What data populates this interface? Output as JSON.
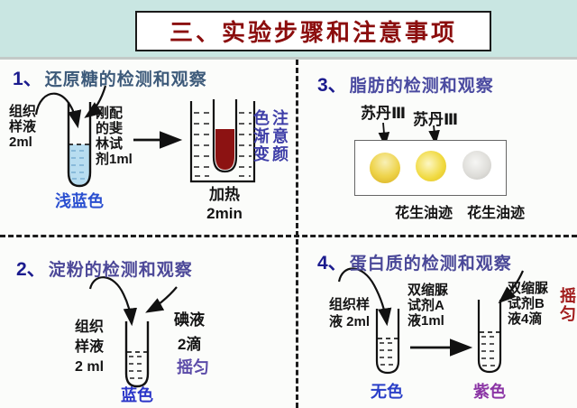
{
  "title": "三、实验步骤和注意事项",
  "palette": {
    "page_bg": "#c9e6e2",
    "content_bg": "#fbfcfa",
    "title_text": "#8b0d0d",
    "section_number": "#1b1b8e",
    "light_blue_liquid": "#b8ddf0",
    "dark_red_liquid": "#8c1212",
    "sudan_yellow": "#e8c63a",
    "oil_spot_gray": "#cfcecb"
  },
  "sections": {
    "reducing_sugar": {
      "number": "1、",
      "title": "还原糖的检测和观察",
      "title_color": "#3d5a7a",
      "tissue_label": [
        "组织",
        "样液",
        "2ml"
      ],
      "fehling_label": [
        "刚配",
        "的斐",
        "林试",
        "剂1ml"
      ],
      "note_vertical": "注意颜色渐变",
      "note_color": "#3f3fa8",
      "tube_caption": "浅蓝色",
      "tube_caption_color": "#2a4fd0",
      "heat_caption": [
        "加热",
        "2min"
      ]
    },
    "fat": {
      "number": "3、",
      "title": "脂肪的检测和观察",
      "title_color": "#4a4aa0",
      "sudan_labels": [
        "苏丹Ⅲ",
        "苏丹Ⅲ"
      ],
      "oil_captions": [
        "花生油迹",
        "花生油迹"
      ]
    },
    "starch": {
      "number": "2、",
      "title": "淀粉的检测和观察",
      "title_color": "#4c4898",
      "tissue_label": [
        "组织",
        "样液",
        "2 ml"
      ],
      "iodine_label": "碘液",
      "iodine_amount": "2滴",
      "shake_label": "摇匀",
      "shake_color": "#5b4ba8",
      "tube_caption": "蓝色",
      "tube_caption_color": "#2a35c8"
    },
    "protein": {
      "number": "4、",
      "title": "蛋白质的检测和观察",
      "title_color": "#4a4898",
      "tissue_label": [
        "组织样",
        "液 2ml"
      ],
      "biuret_a_label": [
        "双缩脲",
        "试剂A",
        "液1ml"
      ],
      "biuret_b_label": [
        "双缩脲",
        "试剂B",
        "液4滴"
      ],
      "shake_label": "摇匀",
      "shake_color": "#a11b1b",
      "tube1_caption": "无色",
      "tube1_caption_color": "#2a3fc8",
      "tube2_caption": "紫色",
      "tube2_caption_color": "#8b35a5"
    }
  }
}
